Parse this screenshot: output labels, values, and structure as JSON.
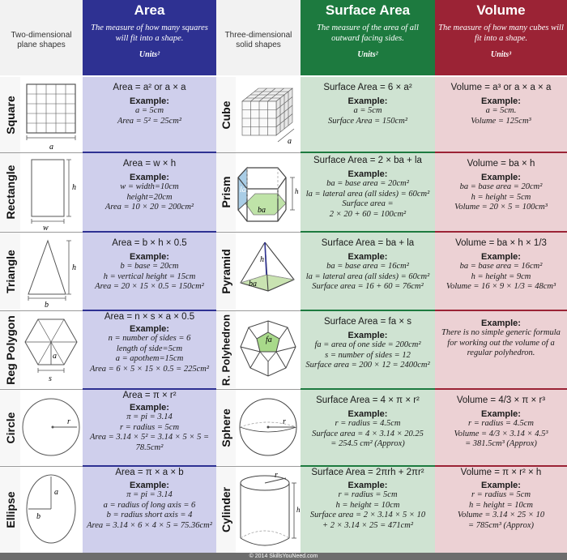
{
  "header": {
    "plane_shapes": "Two-dimensional plane shapes",
    "solid_shapes": "Three-dimensional solid shapes",
    "area": {
      "title": "Area",
      "desc": "The measure of how many squares will fit into a shape.",
      "units": "Units²"
    },
    "surface_area": {
      "title": "Surface Area",
      "desc": "The measure of the area of all outward facing sides.",
      "units": "Units²"
    },
    "volume": {
      "title": "Volume",
      "desc": "The measure of how many cubes will fit into a shape.",
      "units": "Units³"
    }
  },
  "rows": [
    {
      "shape2d": "Square",
      "shape2d_dim": [
        "a"
      ],
      "area": {
        "formula": "Area = a² or a × a",
        "example_label": "Example:",
        "lines": [
          "a = 5cm",
          "Area = 5² = 25cm²"
        ]
      },
      "shape3d": "Cube",
      "shape3d_dim": [
        "a"
      ],
      "surface": {
        "formula": "Surface Area = 6 × a²",
        "example_label": "Example:",
        "lines": [
          "a = 5cm",
          "Surface Area = 150cm²"
        ]
      },
      "volume": {
        "formula": "Volume = a³ or a × a × a",
        "example_label": "Example:",
        "lines": [
          "a = 5cm.",
          "Volume = 125cm³"
        ]
      }
    },
    {
      "shape2d": "Rectangle",
      "shape2d_dim": [
        "h",
        "w"
      ],
      "area": {
        "formula": "Area = w × h",
        "example_label": "Example:",
        "lines": [
          "w = width=10cm",
          "height=20cm",
          "Area = 10 × 20 = 200cm²"
        ]
      },
      "shape3d": "Prism",
      "shape3d_dim": [
        "la",
        "ba",
        "h"
      ],
      "surface": {
        "formula": "Surface Area = 2 × ba + la",
        "example_label": "Example:",
        "lines": [
          "ba = base area = 20cm²",
          "la = lateral area (all sides) = 60cm²",
          "Surface area =",
          "2 × 20 + 60 = 100cm²"
        ]
      },
      "volume": {
        "formula": "Volume = ba × h",
        "example_label": "Example:",
        "lines": [
          "ba = base area = 20cm²",
          "h = height = 5cm",
          "Volume = 20 × 5 = 100cm³"
        ]
      }
    },
    {
      "shape2d": "Triangle",
      "shape2d_dim": [
        "h",
        "b"
      ],
      "area": {
        "formula": "Area = b × h × 0.5",
        "example_label": "Example:",
        "lines": [
          "b = base = 20cm",
          "h = vertical height = 15cm",
          "Area = 20 × 15 × 0.5 = 150cm²"
        ]
      },
      "shape3d": "Pyramid",
      "shape3d_dim": [
        "h",
        "ba"
      ],
      "surface": {
        "formula": "Surface Area = ba + la",
        "example_label": "Example:",
        "lines": [
          "ba = base area = 16cm²",
          "la = lateral area (all sides) = 60cm²",
          "Surface area = 16 + 60 = 76cm²"
        ]
      },
      "volume": {
        "formula": "Volume = ba × h × 1/3",
        "example_label": "Example:",
        "lines": [
          "ba = base area = 16cm²",
          "h = height = 9cm",
          "Volume = 16 × 9 × 1/3 = 48cm³"
        ]
      }
    },
    {
      "shape2d": "Reg Polygon",
      "shape2d_dim": [
        "a",
        "s"
      ],
      "area": {
        "formula": "Area = n × s × a × 0.5",
        "example_label": "Example:",
        "lines": [
          "n = number of sides = 6",
          "length of side=5cm",
          "a = apothem=15cm",
          "Area = 6 × 5 × 15 × 0.5 = 225cm²"
        ]
      },
      "shape3d": "R. Polyhedron",
      "shape3d_dim": [
        "fa"
      ],
      "surface": {
        "formula": "Surface Area = fa × s",
        "example_label": "Example:",
        "lines": [
          "fa = area of one side = 200cm²",
          "s = number of sides = 12",
          "Surface area = 200 × 12 = 2400cm²"
        ]
      },
      "volume": {
        "formula": "",
        "example_label": "Example:",
        "lines": [
          "There is no simple generic formula",
          "for working out the volume of a",
          "regular polyhedron."
        ]
      }
    },
    {
      "shape2d": "Circle",
      "shape2d_dim": [
        "r"
      ],
      "area": {
        "formula": "Area = π × r²",
        "example_label": "Example:",
        "lines": [
          "π = pi = 3.14",
          "r = radius = 5cm",
          "Area = 3.14 × 5² = 3.14 × 5 × 5 =",
          "78.5cm²"
        ]
      },
      "shape3d": "Sphere",
      "shape3d_dim": [
        "r"
      ],
      "surface": {
        "formula": "Surface Area = 4 × π × r²",
        "example_label": "Example:",
        "lines": [
          "r = radius = 4.5cm",
          "Surface area = 4 × 3.14 × 20.25",
          "= 254.5 cm² (Approx)"
        ]
      },
      "volume": {
        "formula": "Volume = 4/3 × π × r³",
        "example_label": "Example:",
        "lines": [
          "r = radius = 4.5cm",
          "Volume = 4/3 × 3.14 × 4.5³",
          "= 381.5cm³ (Approx)"
        ]
      }
    },
    {
      "shape2d": "Ellipse",
      "shape2d_dim": [
        "a",
        "b"
      ],
      "area": {
        "formula": "Area = π × a × b",
        "example_label": "Example:",
        "lines": [
          "π = pi = 3.14",
          "a = radius of long axis = 6",
          "b = radius short axis = 4",
          "Area = 3.14 × 6 × 4 × 5 = 75.36cm²"
        ]
      },
      "shape3d": "Cylinder",
      "shape3d_dim": [
        "r",
        "h"
      ],
      "surface": {
        "formula": "Surface Area = 2πrh + 2πr²",
        "example_label": "Example:",
        "lines": [
          "r = radius = 5cm",
          "h = height = 10cm",
          "Surface area = 2 × 3.14 × 5 × 10",
          "+ 2 × 3.14 × 25 = 471cm²"
        ]
      },
      "volume": {
        "formula": "Volume = π × r² × h",
        "example_label": "Example:",
        "lines": [
          "r = radius = 5cm",
          "h = height = 10cm",
          "Volume = 3.14 × 25 × 10",
          "= 785cm³ (Approx)"
        ]
      }
    }
  ],
  "footer": "© 2014 SkillsYouNeed.com",
  "colors": {
    "area": "#2e3192",
    "surface_area": "#1d7a3f",
    "volume": "#9b2335"
  }
}
